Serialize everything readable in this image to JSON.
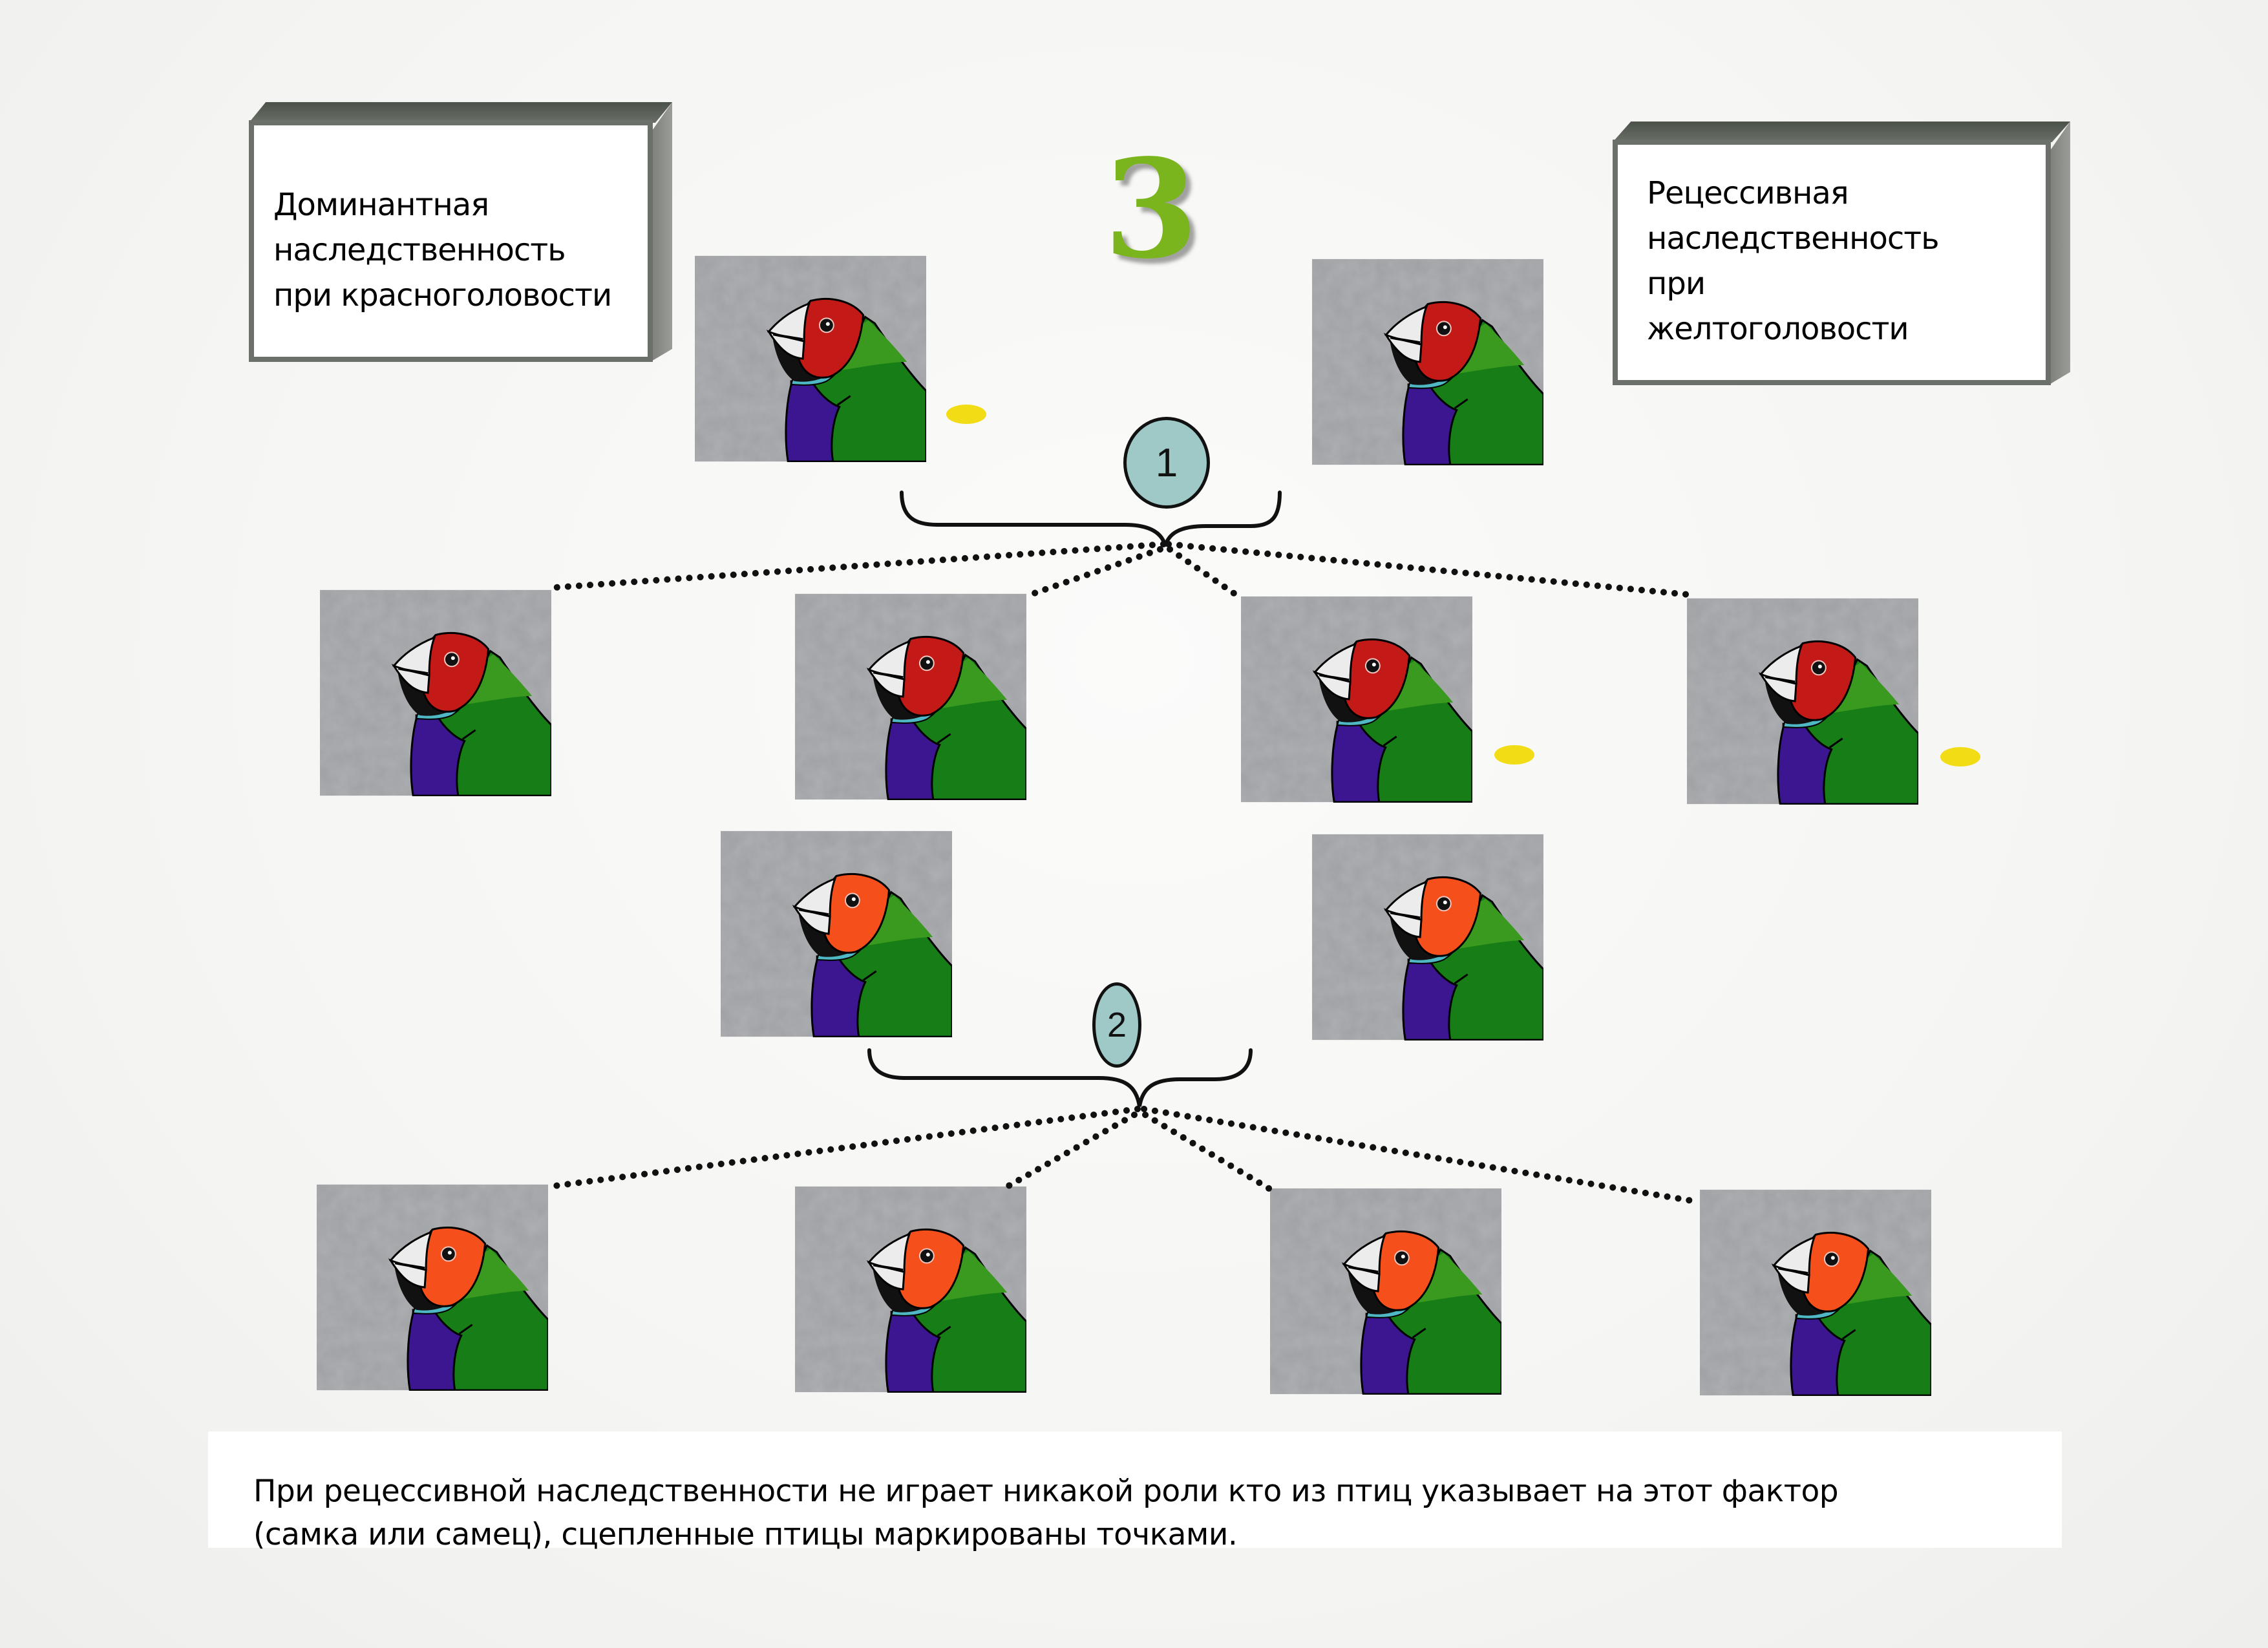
{
  "diagram": {
    "stage_number": "3",
    "left_label": {
      "lines": [
        "Доминантная",
        "наследственность",
        "при красноголовости"
      ]
    },
    "right_label": {
      "lines": [
        "Рецессивная",
        "наследственность",
        "при",
        "желтоголовости"
      ]
    },
    "generations": [
      {
        "id": "1",
        "label": "1"
      },
      {
        "id": "2",
        "label": "2"
      }
    ],
    "colors": {
      "red_head": "#c41a17",
      "orange_head": "#f5501b",
      "green_body": "#177d16",
      "light_green": "#3a9a1f",
      "purple_breast": "#3b1690",
      "turquoise_collar": "#4fb8c4",
      "beak": "#ececec",
      "background_gray": "#9ea0a3",
      "marker_yellow": "#f2dc16",
      "ellipse_fill": "#9ec9c6",
      "title_green": "#7ab51d"
    },
    "parents": [
      {
        "head": "red",
        "marked": true
      },
      {
        "head": "red",
        "marked": false
      }
    ],
    "offspring_row_1": [
      {
        "head": "red",
        "marked": false
      },
      {
        "head": "red",
        "marked": false
      },
      {
        "head": "red",
        "marked": true
      },
      {
        "head": "red",
        "marked": true
      }
    ],
    "parents_row_2": [
      {
        "head": "orange",
        "marked": false
      },
      {
        "head": "orange",
        "marked": false
      }
    ],
    "offspring_row_2": [
      {
        "head": "orange",
        "marked": false
      },
      {
        "head": "orange",
        "marked": false
      },
      {
        "head": "orange",
        "marked": false
      },
      {
        "head": "orange",
        "marked": false
      }
    ]
  },
  "caption": {
    "line1": "При рецессивной наследственности  не играет никакой роли  кто из птиц  указывает на этот фактор",
    "line2": "(самка или самец), сцепленные птицы маркированы точками."
  }
}
